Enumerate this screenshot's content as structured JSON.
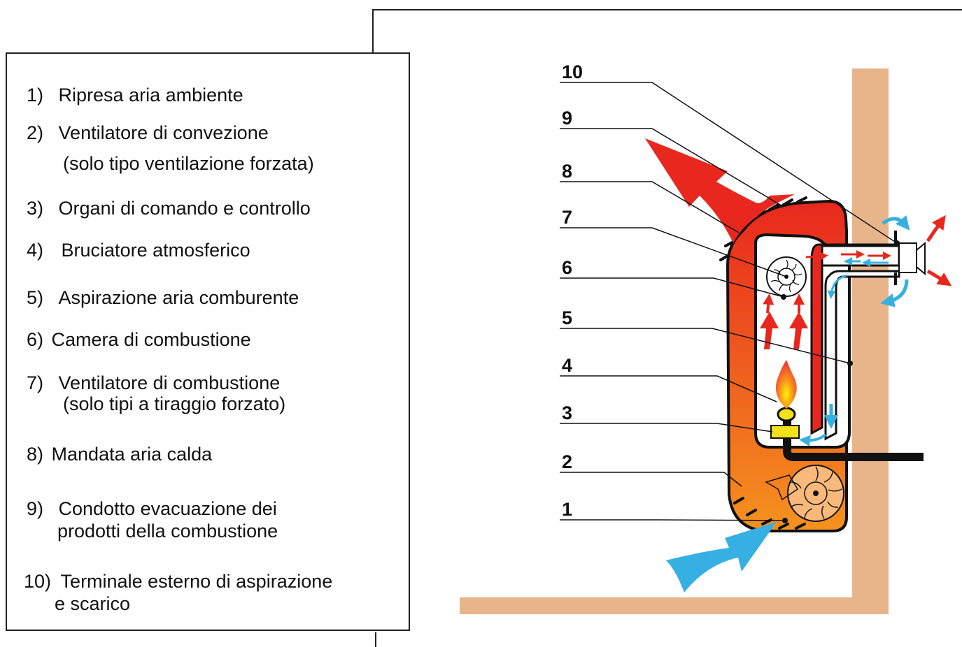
{
  "legend": {
    "items": [
      {
        "num": "1)",
        "text": "Ripresa aria ambiente",
        "sub": ""
      },
      {
        "num": "2)",
        "text": "Ventilatore di convezione",
        "sub": "(solo tipo ventilazione forzata)"
      },
      {
        "num": "3)",
        "text": "Organi di comando e controllo",
        "sub": ""
      },
      {
        "num": "4)",
        "text": "Bruciatore atmosferico",
        "sub": ""
      },
      {
        "num": "5)",
        "text": "Aspirazione aria comburente",
        "sub": ""
      },
      {
        "num": "6)",
        "text": "Camera di combustione",
        "sub": ""
      },
      {
        "num": "7)",
        "text": "Ventilatore di combustione",
        "sub": "(solo tipi a tiraggio forzato)"
      },
      {
        "num": "8)",
        "text": "Mandata aria calda",
        "sub": ""
      },
      {
        "num": "9)",
        "text": "Condotto evacuazione dei",
        "sub": "prodotti della combustione"
      },
      {
        "num": "10)",
        "text": "Terminale esterno di aspirazione",
        "sub": "e scarico"
      }
    ]
  },
  "callouts": [
    "10",
    "9",
    "8",
    "7",
    "6",
    "5",
    "4",
    "3",
    "2",
    "1"
  ],
  "colors": {
    "wall": "#e8b48a",
    "hot_top": "#e8281e",
    "hot_bottom": "#f5921e",
    "hot_air": "#e8281e",
    "cold_air": "#36b0e2",
    "control": "#f2e21a",
    "flame": "#f26a1b",
    "outline": "#111111"
  },
  "icons": [
    "fan-icon",
    "flame-icon",
    "arrow-icon"
  ]
}
